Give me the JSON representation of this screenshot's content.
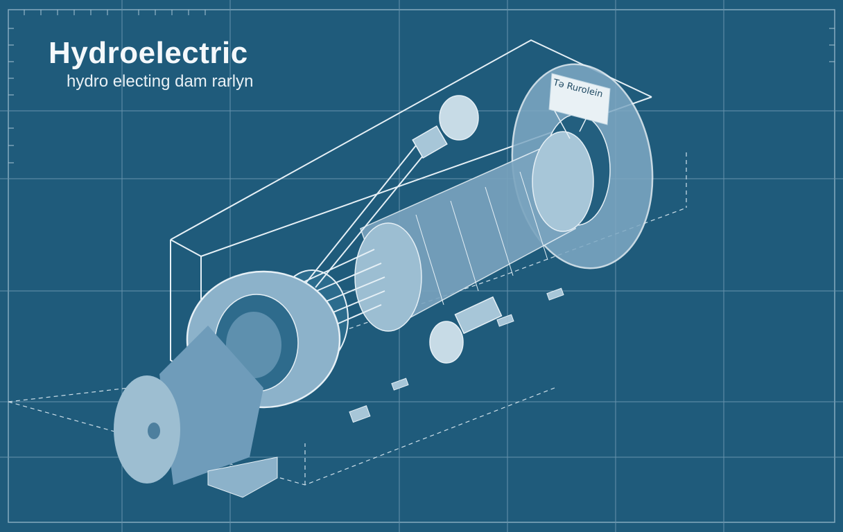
{
  "diagram": {
    "title": "Hydroelectric",
    "subtitle": "hydro electing dam rarlyn",
    "label_tag": "Tə Rurolein",
    "colors": {
      "background": "#1f5b7b",
      "grid_line": "#8fb4c9",
      "line_art": "#e6f0f6",
      "component_fill": "#8fb6cf"
    }
  }
}
